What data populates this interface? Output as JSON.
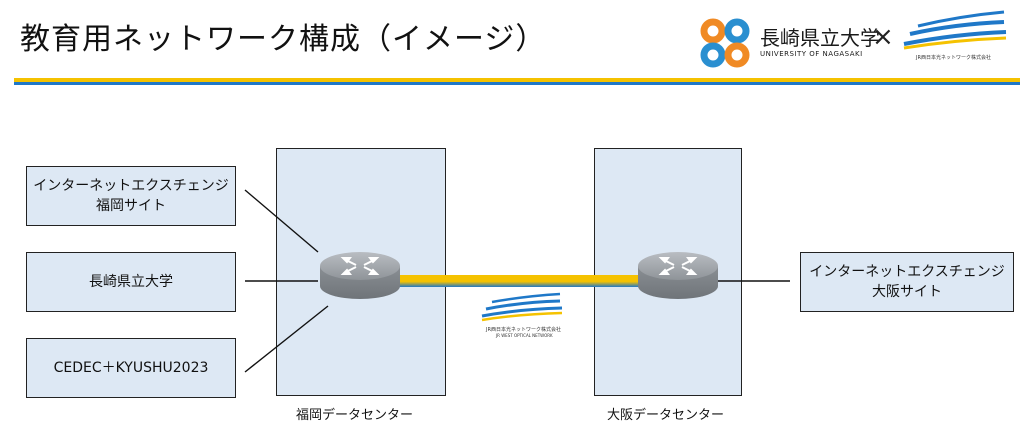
{
  "title": "教育用ネットワーク構成（イメージ）",
  "logos": {
    "university_name": "長崎県立大学",
    "university_name_en": "UNIVERSITY OF NAGASAKI",
    "cross": "×",
    "jr_caption": "JR西日本光ネットワーク株式会社",
    "jr_caption_en": "JR WEST OPTICAL NETWORK"
  },
  "data_centers": {
    "fukuoka": "福岡データセンター",
    "osaka": "大阪データセンター"
  },
  "sites": {
    "ix_fukuoka": [
      "インターネットエクスチェンジ",
      "福岡サイト"
    ],
    "nagasaki_univ": [
      "長崎県立大学"
    ],
    "cedec": [
      "CEDEC＋KYUSHU2023"
    ],
    "ix_osaka": [
      "インターネットエクスチェンジ",
      "大阪サイト"
    ]
  },
  "colors": {
    "box_fill": "#dde8f4",
    "stripe_yellow": "#f5c200",
    "stripe_blue": "#1f78c8",
    "logo_orange": "#f08a24",
    "logo_blue": "#2a8fd0",
    "router_gray": "#9ea3a8"
  },
  "icons": {
    "router": "router-icon",
    "university_logo": "university-logo-icon",
    "jr_logo": "jr-network-logo-icon"
  }
}
